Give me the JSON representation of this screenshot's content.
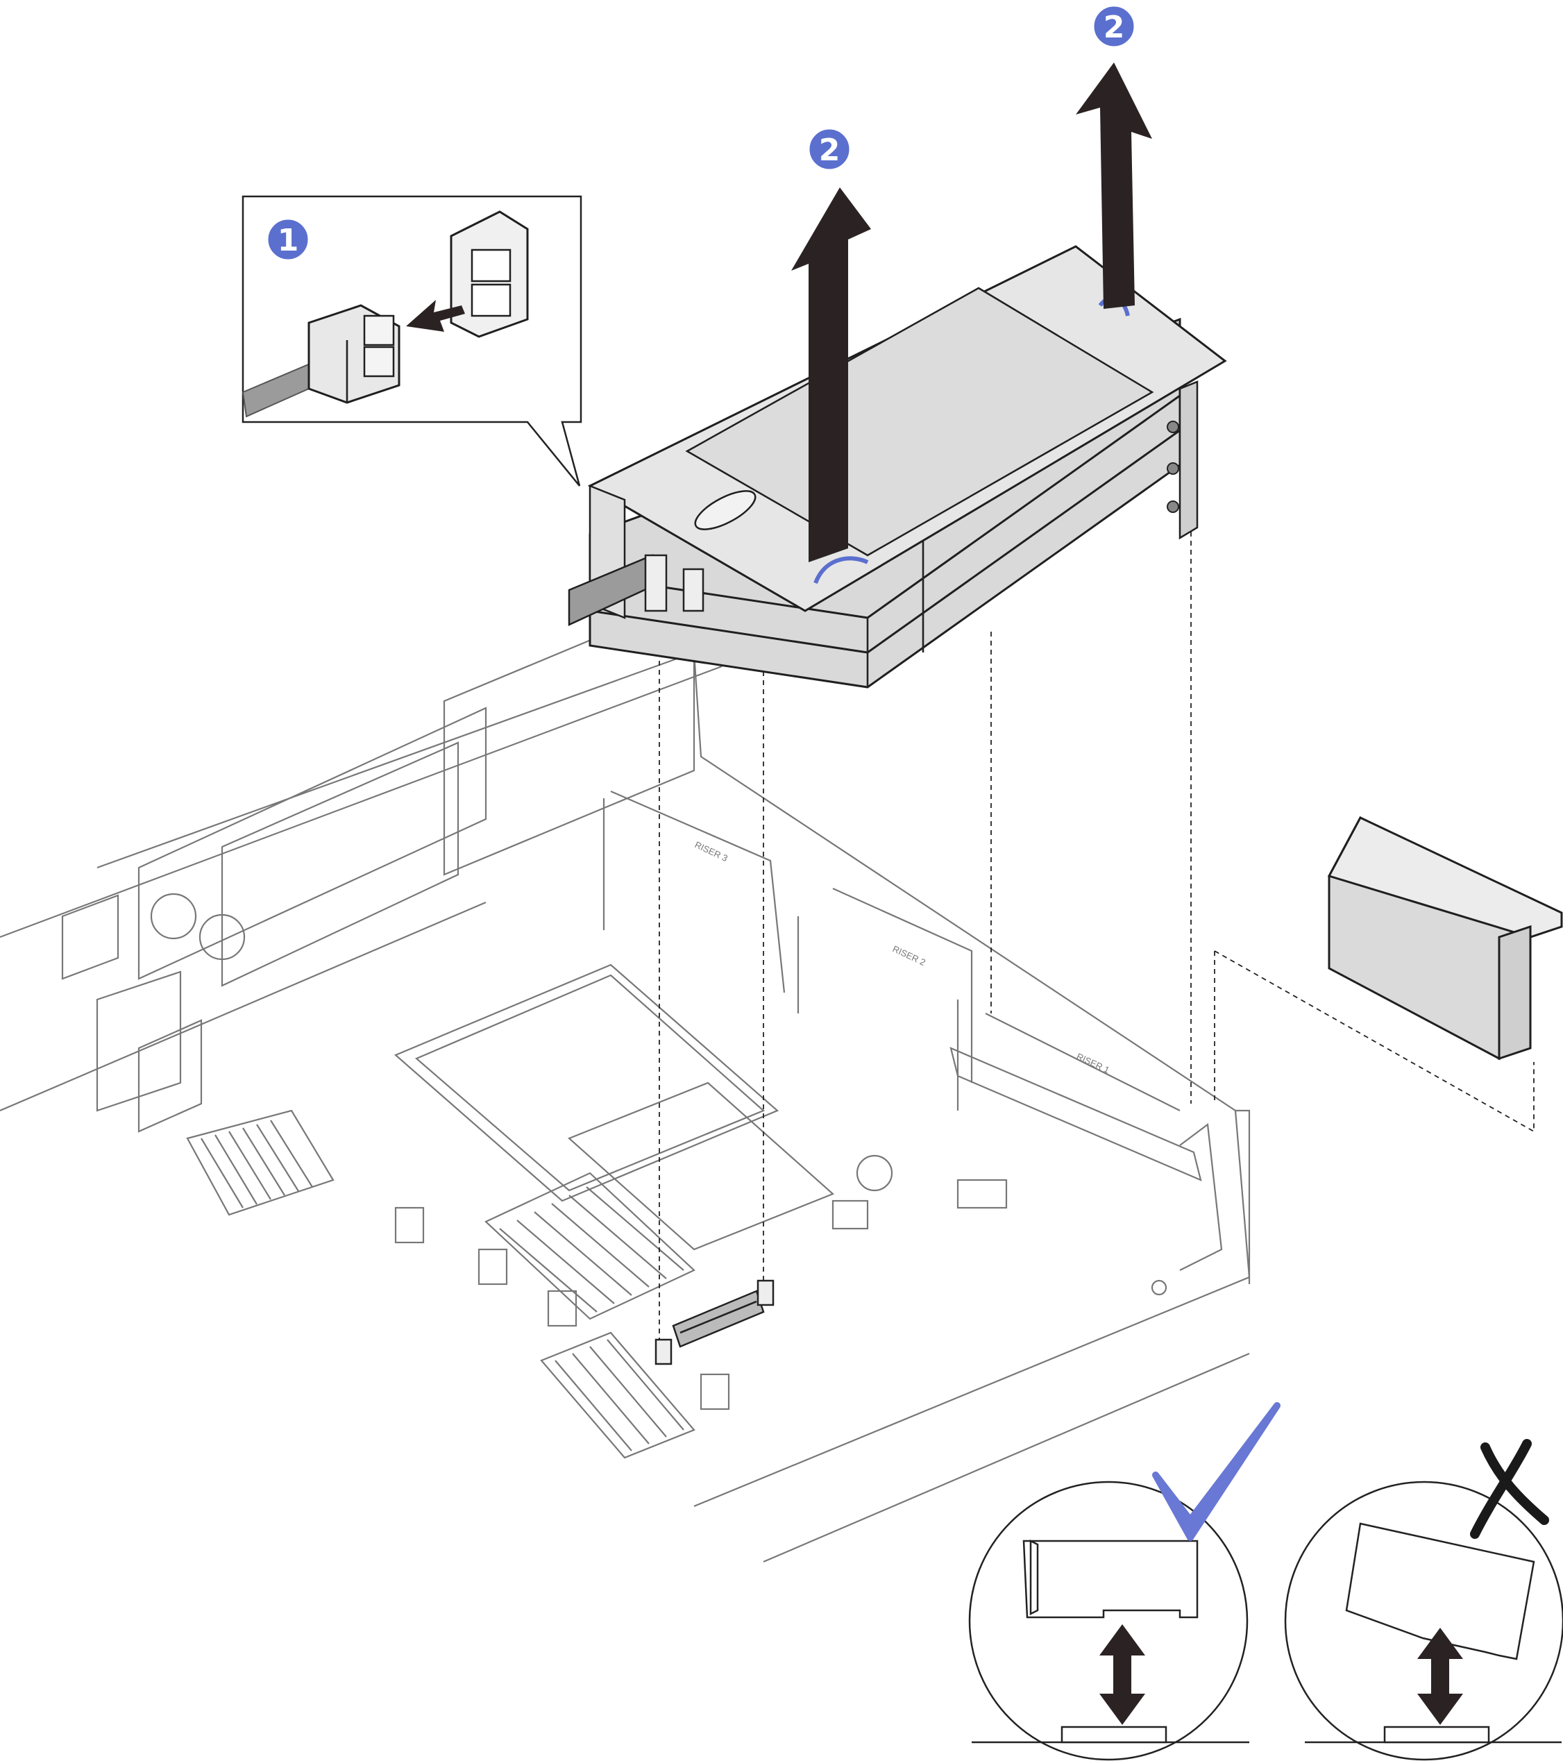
{
  "callouts": {
    "step1": "1",
    "step2_left": "2",
    "step2_right": "2"
  },
  "riser_labels": {
    "riser3": "RISER 3",
    "riser2": "RISER 2",
    "riser1": "RISER 1"
  },
  "colors": {
    "callout_fill": "#5b6fcf",
    "arrow_fill": "#2b2323",
    "check_mark": "#6878d4",
    "cross_mark": "#1a1a1a",
    "cable": "#9b9b9b"
  },
  "icons": {
    "correct": "check-mark-icon",
    "incorrect": "cross-mark-icon",
    "lift": "up-arrow-icon",
    "vertical_motion": "double-arrow-icon"
  }
}
